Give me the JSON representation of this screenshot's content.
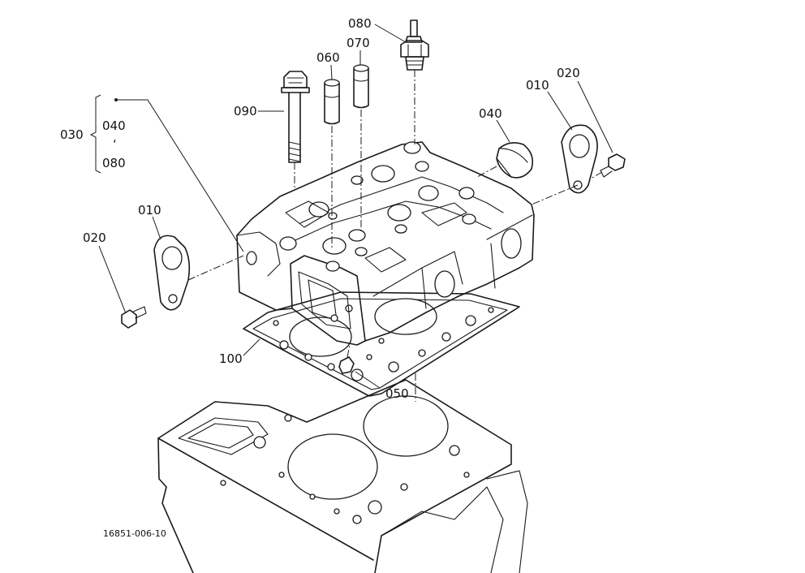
{
  "labels": {
    "p010_left": "010",
    "p010_right": "010",
    "p020_left": "020",
    "p020_right": "020",
    "p030": "030",
    "p040": "040",
    "p040_group": "040",
    "p050": "050",
    "p060": "060",
    "p070": "070",
    "p080": "080",
    "p080_group": "080",
    "p090": "090",
    "p100": "100",
    "group_separator": "ʻ"
  },
  "figure_number": "16851-006-10",
  "colors": {
    "line": "#1a1a1a",
    "background": "#ffffff"
  }
}
